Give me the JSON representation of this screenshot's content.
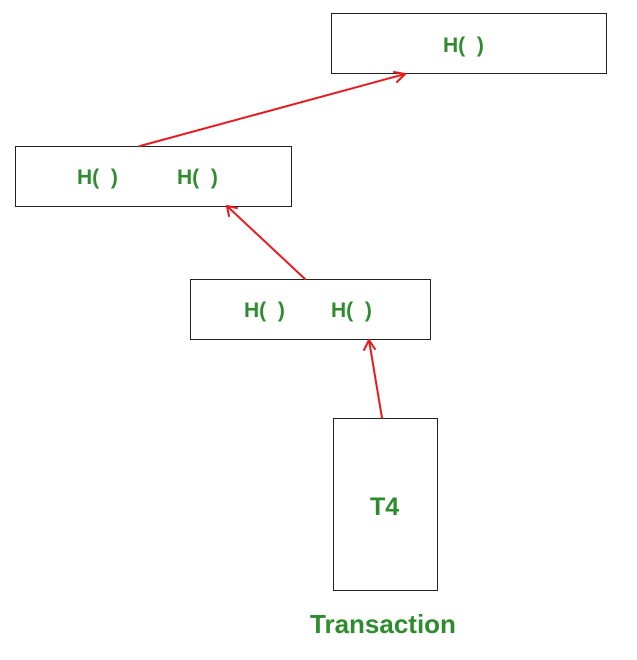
{
  "colors": {
    "text": "#2e8b2e",
    "arrow": "#e8191c",
    "border": "#222222"
  },
  "boxes": {
    "root": {
      "hash": "H(  )"
    },
    "level2": {
      "hash_left": "H(  )",
      "hash_right": "H(  )"
    },
    "level3": {
      "hash_left": "H(  )",
      "hash_right": "H(  )"
    },
    "leaf": {
      "label": "T4"
    }
  },
  "caption": "Transaction"
}
